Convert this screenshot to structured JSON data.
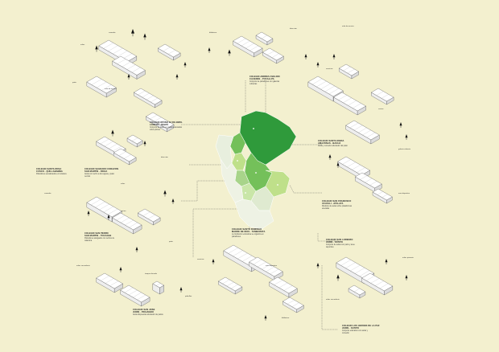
{
  "colors": {
    "background": "#f3f0cf",
    "map_light": "#bfe08a",
    "map_mid": "#74c05a",
    "map_dark": "#2f9a3b",
    "map_pale": "#dfead0",
    "line": "#555555",
    "building": "#ffffff"
  },
  "schools": [
    {
      "title": "COLEGIO DIVINO 12 DE ABRIL",
      "subtitle": "LORETO - PEVAS",
      "desc": "Conjunto de aulas en madera elevadas sobre pilotes"
    },
    {
      "title": "COLEGIO SAGRADO CORAZON",
      "subtitle": "SAN MARTIN - RIOJA",
      "desc": "Aulas con techo a dos aguas y patio central"
    },
    {
      "title": "COLEGIO ANDRES AVELINO",
      "subtitle": "CACERES - PUCALLPA",
      "desc": "Conjunto de pabellones con galerias cubiertas"
    },
    {
      "title": "COLEGIO SANTA MARIA",
      "subtitle": "AMAZONAS - BAGUA",
      "desc": "Aulas y comedor alrededor del patio"
    },
    {
      "title": "COLEGIO SAN PEDRO",
      "subtitle": "SAN MARTIN - TOCACHE",
      "desc": "Pabellones alargados con techos de calamina"
    },
    {
      "title": "COLEGIO SAN FRANCISCO",
      "subtitle": "UCAYALI - ATALAYA",
      "desc": "Modulos de aulas sobre plataformas elevadas"
    },
    {
      "title": "COLEGIO SAN LORENZO",
      "subtitle": "JUNIN - SATIPO",
      "desc": "Conjunto de aulas con patio y area deportiva"
    },
    {
      "title": "COLEGIO SANTO DOMINGO",
      "subtitle": "MADRE DE DIOS - TAMBOPATA",
      "desc": "La Institucion educativa se organiza en pabellones"
    },
    {
      "title": "COLEGIO SAN JOSE",
      "subtitle": "JUNIN - PICHANAKI",
      "desc": "Aulas dispuestas alrededor de patios"
    },
    {
      "title": "COLEGIO SANTA ROSA",
      "subtitle": "CUSCO - QUILLABAMBA",
      "desc": "Pabellones escalonados en la ladera"
    },
    {
      "title": "COLEGIO LOS HEROES DE LA PAZ",
      "subtitle": "JUNIN - SATIPO",
      "desc": "Conjunto educativo con aulas y comedor"
    }
  ],
  "tags": [
    "comedor",
    "aulas",
    "aula de musica",
    "patio",
    "biblioteca",
    "servicios",
    "direccion",
    "cocina",
    "galeria cubierta",
    "area deportiva",
    "aulas primaria",
    "aulas secundaria",
    "tanque elevado",
    "pabellon"
  ]
}
